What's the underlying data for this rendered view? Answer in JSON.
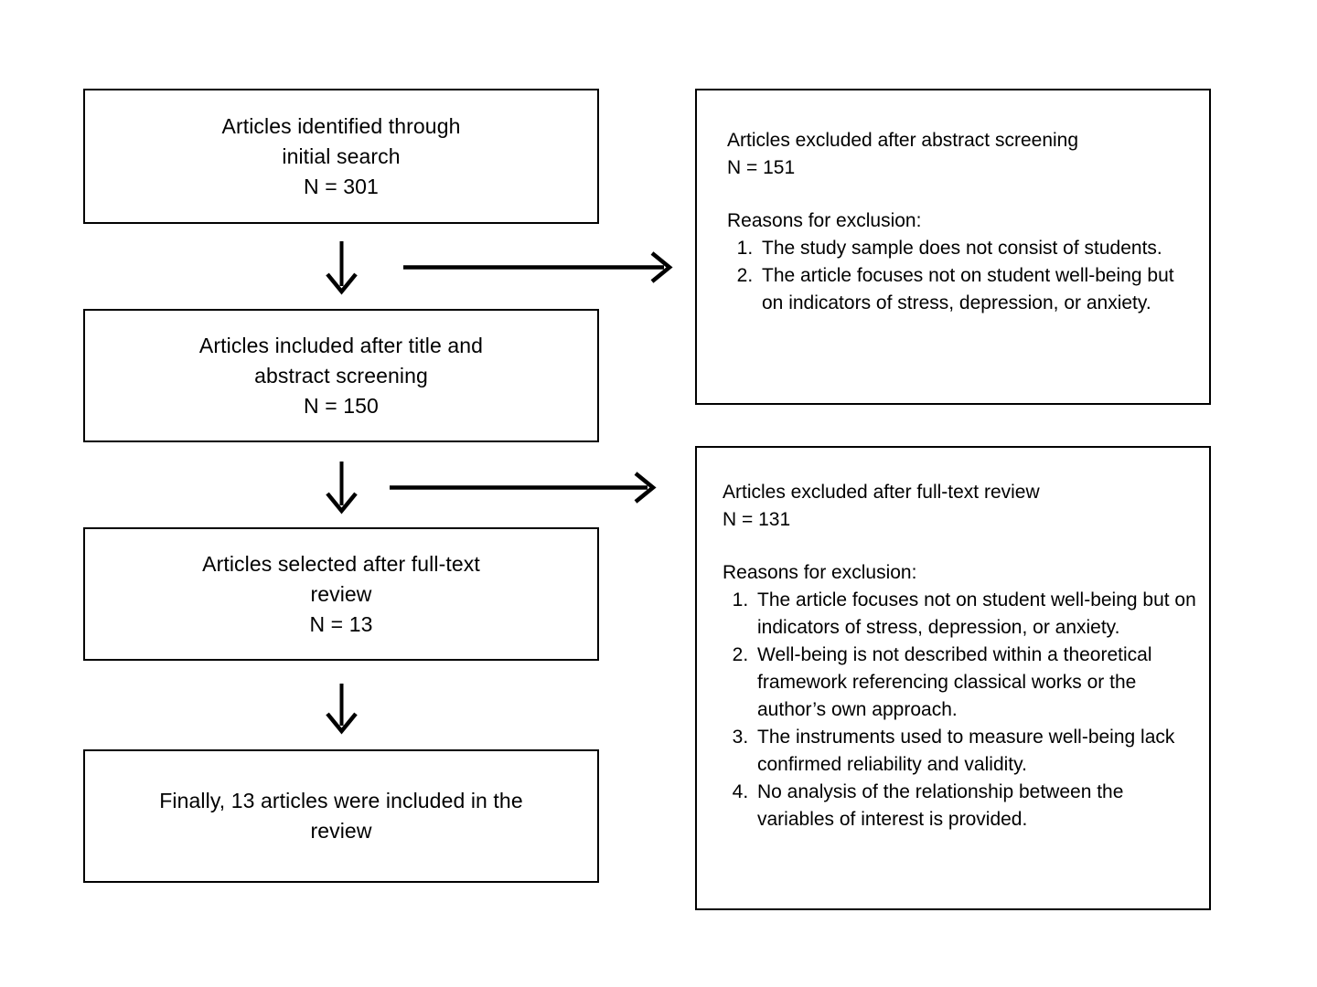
{
  "diagram": {
    "title": "PRISMA-style article selection flow diagram",
    "background_color": "#ffffff",
    "line_color": "#000000",
    "flow_boxes": [
      {
        "id": "identified",
        "text": "Articles identified through\ninitial search\nN = 301",
        "count_label": "N = 301",
        "count": 301
      },
      {
        "id": "included-title-abstract",
        "text": "Articles included after title and\nabstract screening\nN = 150",
        "count_label": "N = 150",
        "count": 150
      },
      {
        "id": "selected-full-text",
        "text": "Articles selected after full-text\nreview\nN = 13",
        "count_label": "N = 13",
        "count": 13
      },
      {
        "id": "final-included",
        "text": "Finally, 13 articles were included in the\nreview",
        "count_label": "13",
        "count": 13
      }
    ],
    "exclusion_boxes": [
      {
        "id": "excluded-abstract",
        "heading": "Articles excluded after abstract screening\nN = 151",
        "count": 151,
        "reasons_label": "Reasons for exclusion:",
        "reasons": [
          "The study sample does not consist of students.",
          "The article focuses not on student well-being but on indicators of stress, depression, or anxiety."
        ]
      },
      {
        "id": "excluded-full-text",
        "heading": "Articles excluded after full-text review\nN = 131",
        "count": 131,
        "reasons_label": "Reasons for exclusion:",
        "reasons": [
          "The article focuses not on student well-being but on indicators of stress, depression, or anxiety.",
          "Well-being is not described within a theoretical framework referencing classical works or the author’s own approach.",
          "The instruments used to measure well-being lack confirmed reliability and validity.",
          "No analysis of the relationship between the variables of interest is provided."
        ]
      }
    ],
    "connectors": [
      {
        "id": "down-arrow-1",
        "direction": "down"
      },
      {
        "id": "right-arrow-1",
        "direction": "right"
      },
      {
        "id": "down-arrow-2",
        "direction": "down"
      },
      {
        "id": "right-arrow-2",
        "direction": "right"
      },
      {
        "id": "down-arrow-3",
        "direction": "down"
      }
    ]
  }
}
